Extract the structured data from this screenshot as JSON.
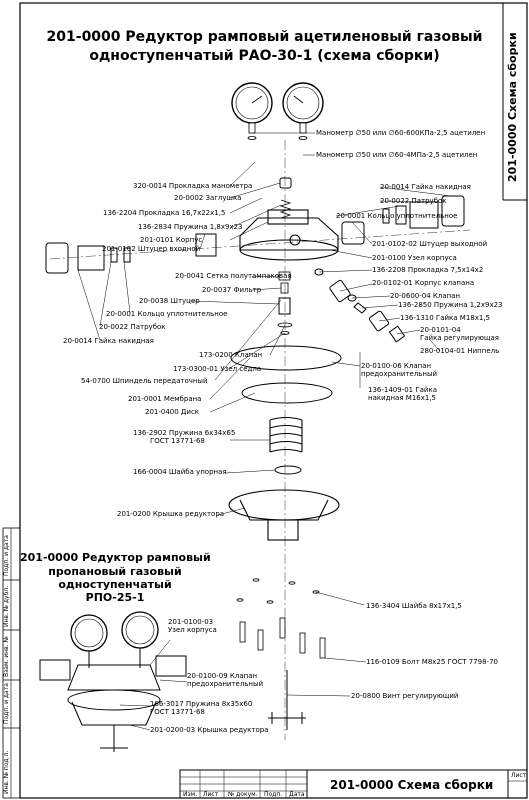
{
  "title": {
    "line1": "201-0000 Редуктор рамповый ацетиленовый газовый",
    "line2": "одноступенчатый РАО-30-1 (схема сборки)"
  },
  "side_stamp": "201-0000   Схема сборки",
  "labels": [
    {
      "id": "l1",
      "text": "Манометр ∅50 или ∅60-600КПа-2,5 ацетилен"
    },
    {
      "id": "l2",
      "text": "Манометр ∅50 или ∅60-4МПа-2,5 ацетилен"
    },
    {
      "id": "l3",
      "text": "320-0014 Прокладка манометра"
    },
    {
      "id": "l4",
      "text": "20-0002 Заглушка"
    },
    {
      "id": "l5",
      "text": "136-2204 Прокладка 16,7х22х1,5"
    },
    {
      "id": "l6",
      "text": "136-2834 Пружина 1,8х9х23"
    },
    {
      "id": "l7",
      "text": "201-0101 Корпус"
    },
    {
      "id": "l8",
      "text": "201-0102 Штуцер входной"
    },
    {
      "id": "l9",
      "text": "20-0014 Гайка накидная"
    },
    {
      "id": "l10",
      "text": "20-0022 Патрубок"
    },
    {
      "id": "l11",
      "text": "20-0001 Кольцо уплотнительное"
    },
    {
      "id": "l12",
      "text": "201-0102-02 Штуцер выходной"
    },
    {
      "id": "l13",
      "text": "201-0100 Узел корпуса"
    },
    {
      "id": "l14",
      "text": "136-2208 Прокладка 7,5х14х2"
    },
    {
      "id": "l15",
      "text": "20-0102-01 Корпус клапана"
    },
    {
      "id": "l16",
      "text": "20-0600-04 Клапан"
    },
    {
      "id": "l17",
      "text": "136-2850 Пружина 1,2х9х23"
    },
    {
      "id": "l18",
      "text": "136-1310 Гайка М18х1,5"
    },
    {
      "id": "l19a",
      "text": "20-0101-04"
    },
    {
      "id": "l19b",
      "text": "Гайка регулирующая"
    },
    {
      "id": "l20",
      "text": "280-0104-01 Ниппель"
    },
    {
      "id": "l21",
      "text": "20-0041 Сетка полутампаковая"
    },
    {
      "id": "l22",
      "text": "20-0037 Фильтр"
    },
    {
      "id": "l23",
      "text": "20-0038 Штуцер"
    },
    {
      "id": "l24",
      "text": "20-0001 Кольцо уплотнительное"
    },
    {
      "id": "l25",
      "text": "20-0022 Патрубок"
    },
    {
      "id": "l26",
      "text": "20-0014 Гайка накидная"
    },
    {
      "id": "l27",
      "text": "173-0200 Клапан"
    },
    {
      "id": "l28",
      "text": "173-0300-01 Узел седла"
    },
    {
      "id": "l29",
      "text": "54-0700 Шпиндель передаточный"
    },
    {
      "id": "l30a",
      "text": "20-0100-06 Клапан"
    },
    {
      "id": "l30b",
      "text": "предохранительный"
    },
    {
      "id": "l31a",
      "text": "136-1409-01 Гайка"
    },
    {
      "id": "l31b",
      "text": "накидная М16х1,5"
    },
    {
      "id": "l32",
      "text": "201-0001 Мембрана"
    },
    {
      "id": "l33",
      "text": "201-0400 Диск"
    },
    {
      "id": "l34a",
      "text": "136-2902 Пружина 6х34х65"
    },
    {
      "id": "l34b",
      "text": "ГОСТ 13771-68"
    },
    {
      "id": "l35",
      "text": "166-0004 Шайба упорная"
    },
    {
      "id": "l36",
      "text": "201-0200 Крышка редуктора"
    },
    {
      "id": "l37",
      "text": "136-3404 Шайба 8х17х1,5"
    },
    {
      "id": "l38a",
      "text": "201-0100-03"
    },
    {
      "id": "l38b",
      "text": "Узел корпуса"
    },
    {
      "id": "l39",
      "text": "116-0109 Болт М8х25 ГОСТ 7798-70"
    },
    {
      "id": "l40a",
      "text": "20-0100-09 Клапан"
    },
    {
      "id": "l40b",
      "text": "предохранительный"
    },
    {
      "id": "l41a",
      "text": "136-3017 Пружина 8х35х60"
    },
    {
      "id": "l41b",
      "text": "ГОСТ 13771-68"
    },
    {
      "id": "l42",
      "text": "20-0800 Винт регулирующий"
    },
    {
      "id": "l43",
      "text": "201-0200-03 Крышка редуктора"
    }
  ],
  "second_title": {
    "line1": "201-0000 Редуктор рамповый",
    "line2": "пропановый газовый",
    "line3": "одноступенчатый",
    "line4": "РПО-25-1"
  },
  "left_margin": [
    "Подп. и дата",
    "Инв. № дубл.",
    "Взам. инв. №",
    "Подп. и дата",
    "Инв. № под л."
  ],
  "title_block": {
    "cells": [
      "Изм.",
      "Лист",
      "№ докум.",
      "Подп.",
      "Дата"
    ],
    "code": "201-0000   Схема сборки",
    "sheet_label": "Лист"
  }
}
